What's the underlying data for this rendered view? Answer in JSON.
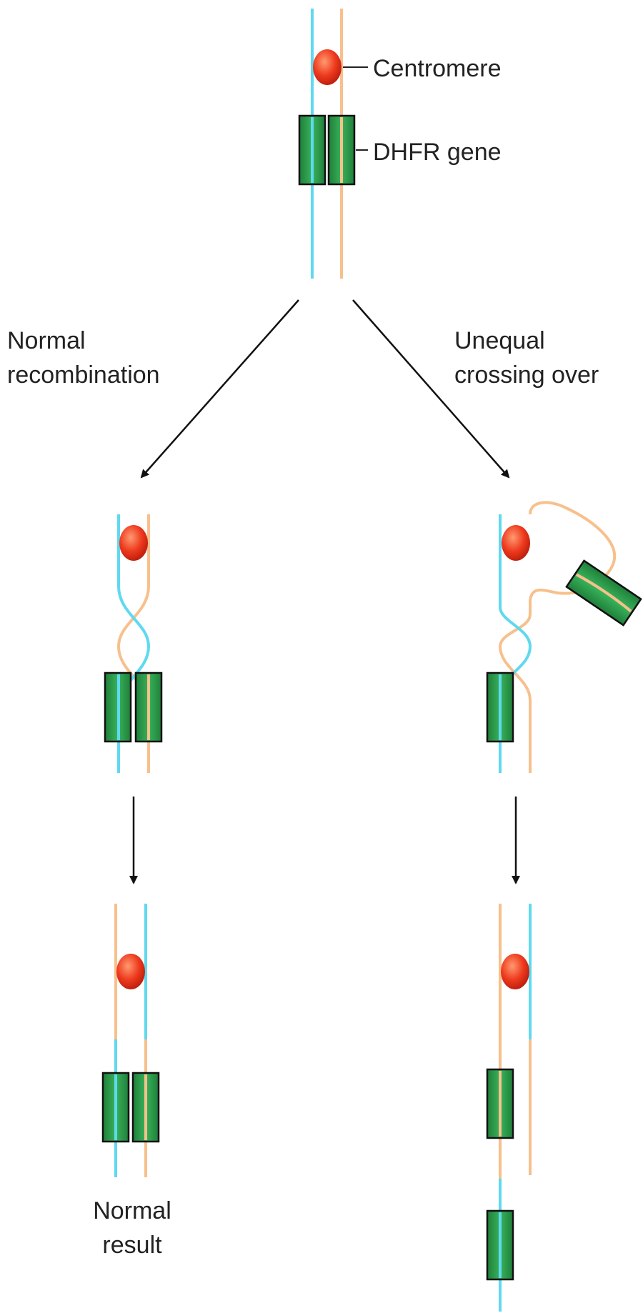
{
  "labels": {
    "centromere": "Centromere",
    "dhfr_gene": "DHFR gene",
    "normal_recombination_line1": "Normal",
    "normal_recombination_line2": "recombination",
    "unequal_line1": "Unequal",
    "unequal_line2": "crossing over",
    "normal_result_line1": "Normal",
    "normal_result_line2": "result"
  },
  "colors": {
    "chromatid_blue": "#5fd9f0",
    "chromatid_orange": "#f7c08c",
    "centromere_red": "#e8361c",
    "gene_green": "#2c9a4a",
    "outline": "#111111",
    "arrow": "#111111"
  }
}
